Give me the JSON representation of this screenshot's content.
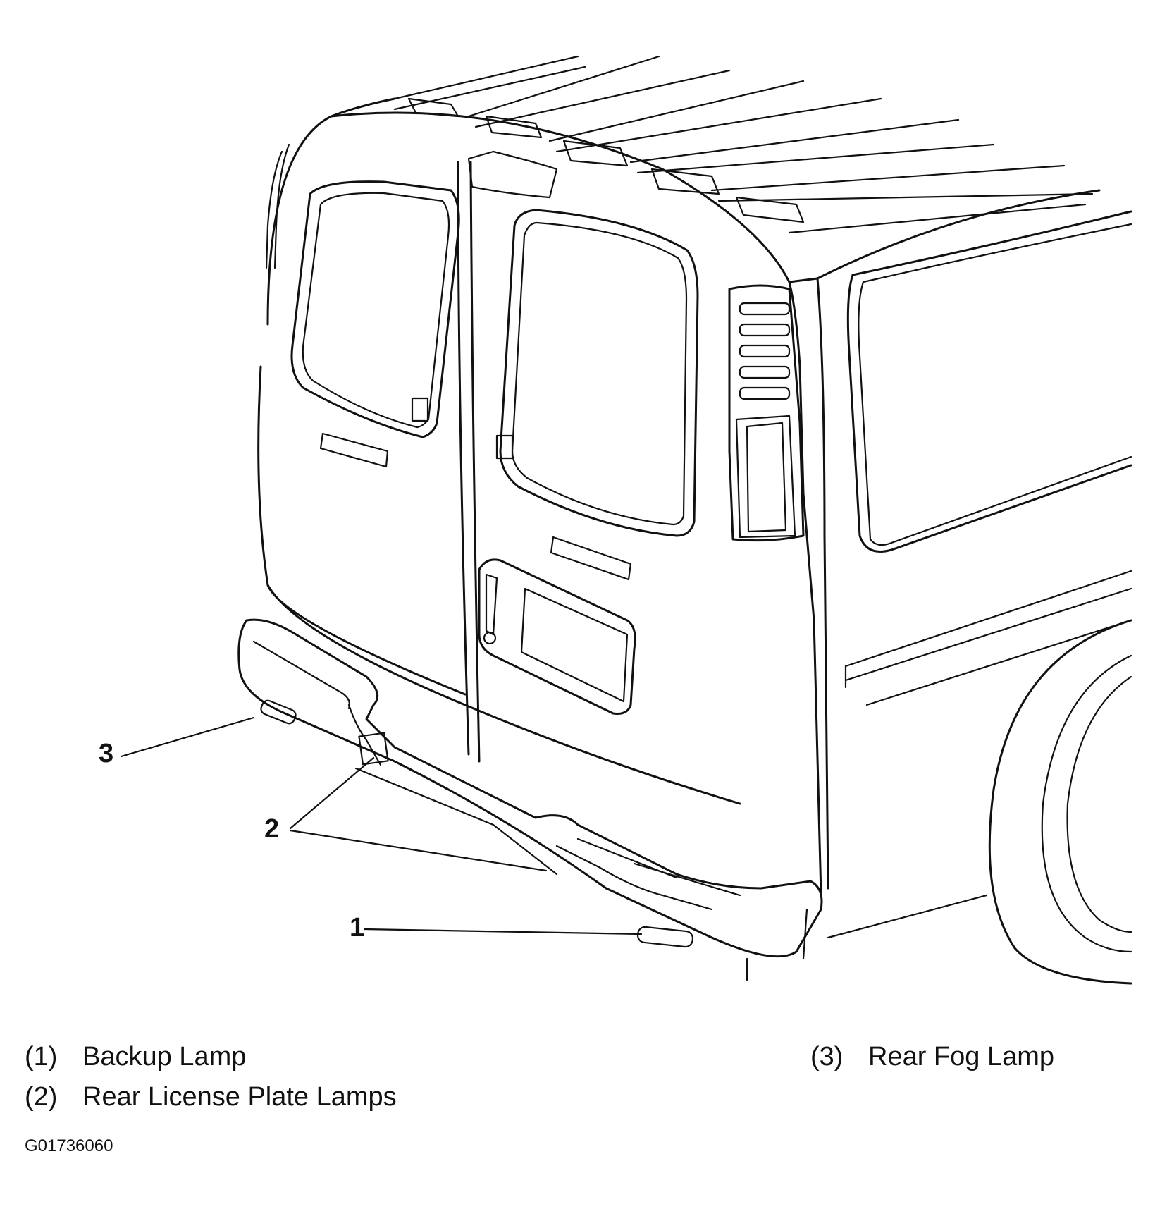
{
  "callouts": [
    {
      "id": "1",
      "label": "1"
    },
    {
      "id": "2",
      "label": "2"
    },
    {
      "id": "3",
      "label": "3"
    }
  ],
  "legend": [
    {
      "number": "(1)",
      "text": "Backup Lamp"
    },
    {
      "number": "(2)",
      "text": "Rear License Plate Lamps"
    },
    {
      "number": "(3)",
      "text": "Rear Fog Lamp"
    }
  ],
  "figure_code": "G01736060"
}
